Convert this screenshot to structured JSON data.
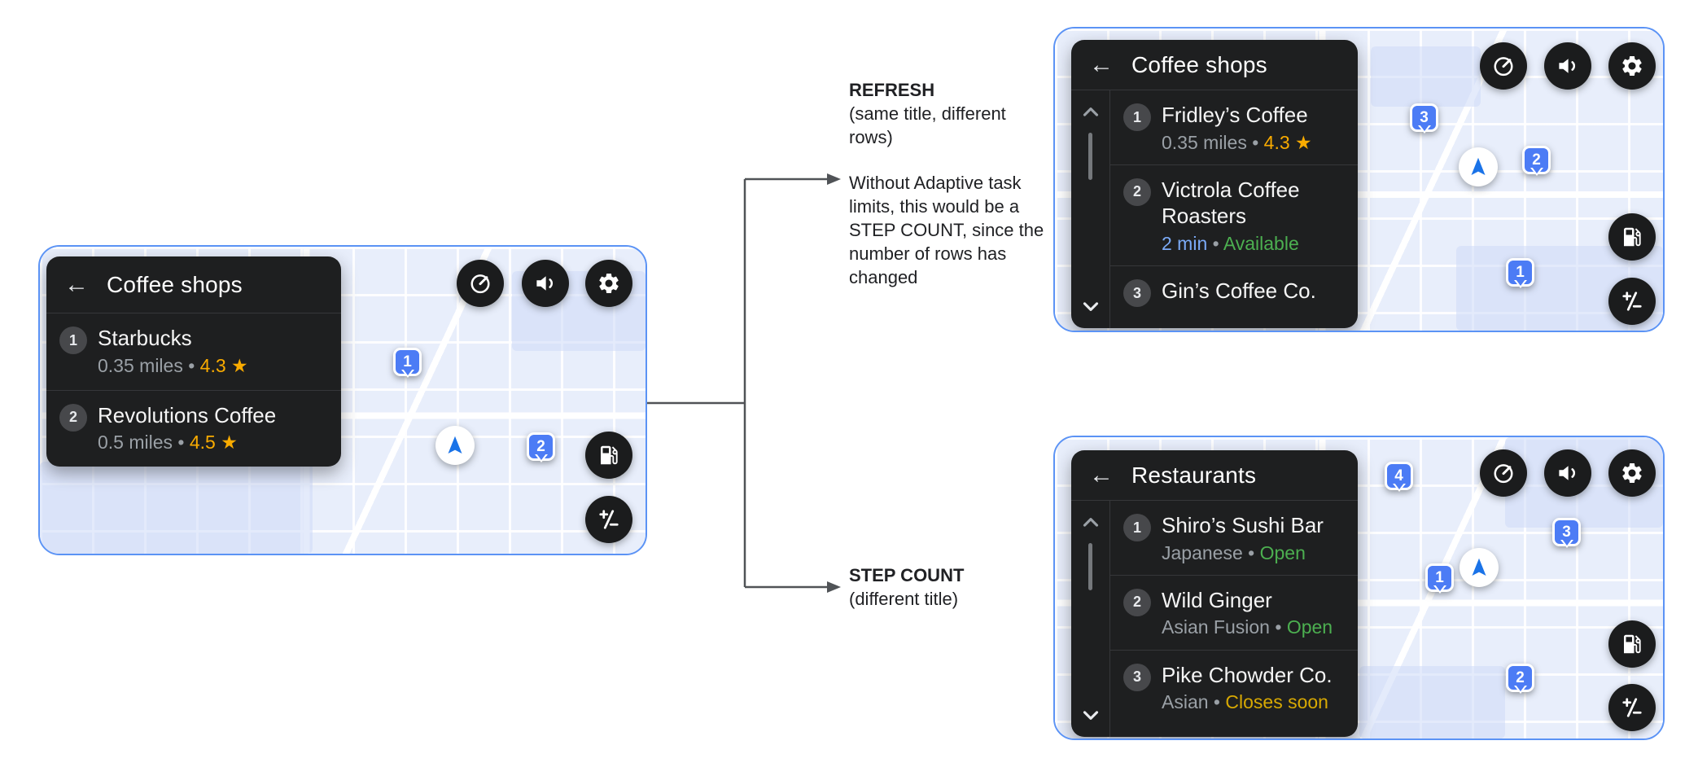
{
  "annotations": {
    "refresh": {
      "title": "REFRESH",
      "subtitle": "(same title, different rows)",
      "note": "Without Adaptive task limits, this would be a STEP COUNT, since the number of rows has changed"
    },
    "step_count": {
      "title": "STEP COUNT",
      "subtitle": "(different title)"
    }
  },
  "icons": {
    "back_arrow": "←",
    "map_buttons": [
      "speedometer-icon",
      "volume-icon",
      "settings-gear-icon",
      "fuel-station-icon",
      "zoom-in-out-icon"
    ],
    "scroll": [
      "chevron-up-icon",
      "chevron-down-icon"
    ],
    "location": "navigation-arrow-icon"
  },
  "colors": {
    "card_border": "#5b93f5",
    "panel_bg": "#1e1f20",
    "marker_blue": "#4c7cf5",
    "nav_blue": "#1a73e8",
    "rating_amber": "#f9ab00",
    "status_green": "#4caf50",
    "eta_blue": "#7baaf7",
    "status_yellow": "#d8a903",
    "muted_gray": "#9aa0a6"
  },
  "screens": {
    "left": {
      "title": "Coffee shops",
      "rows": [
        {
          "badge": "1",
          "name": "Starbucks",
          "segs": [
            {
              "t": "0.35 miles • ",
              "c": "c-muted"
            },
            {
              "t": "4.3 ★",
              "c": "c-amber"
            }
          ]
        },
        {
          "badge": "2",
          "name": "Revolutions Coffee",
          "segs": [
            {
              "t": "0.5 miles • ",
              "c": "c-muted"
            },
            {
              "t": "4.5 ★",
              "c": "c-amber"
            }
          ]
        }
      ],
      "markers": [
        "1",
        "2"
      ]
    },
    "top_right": {
      "title": "Coffee shops",
      "rows": [
        {
          "badge": "1",
          "name": "Fridley’s Coffee",
          "segs": [
            {
              "t": "0.35 miles • ",
              "c": "c-muted"
            },
            {
              "t": "4.3 ★",
              "c": "c-amber"
            }
          ]
        },
        {
          "badge": "2",
          "name": "Victrola Coffee Roasters",
          "segs": [
            {
              "t": "2 min",
              "c": "c-blue"
            },
            {
              "t": " • ",
              "c": "c-muted"
            },
            {
              "t": "Available",
              "c": "c-green"
            }
          ]
        },
        {
          "badge": "3",
          "name": "Gin’s Coffee Co.",
          "segs": []
        }
      ],
      "markers": [
        "3",
        "2",
        "1"
      ]
    },
    "bottom_right": {
      "title": "Restaurants",
      "rows": [
        {
          "badge": "1",
          "name": "Shiro’s Sushi Bar",
          "segs": [
            {
              "t": "Japanese",
              "c": "c-muted"
            },
            {
              "t": " • ",
              "c": "c-muted"
            },
            {
              "t": "Open",
              "c": "c-green"
            }
          ]
        },
        {
          "badge": "2",
          "name": "Wild Ginger",
          "segs": [
            {
              "t": "Asian Fusion",
              "c": "c-muted"
            },
            {
              "t": " • ",
              "c": "c-muted"
            },
            {
              "t": "Open",
              "c": "c-green"
            }
          ]
        },
        {
          "badge": "3",
          "name": "Pike Chowder Co.",
          "segs": [
            {
              "t": "Asian",
              "c": "c-muted"
            },
            {
              "t": " • ",
              "c": "c-muted"
            },
            {
              "t": "Closes soon",
              "c": "c-yellow"
            }
          ]
        }
      ],
      "markers": [
        "4",
        "3",
        "1",
        "2"
      ]
    }
  }
}
